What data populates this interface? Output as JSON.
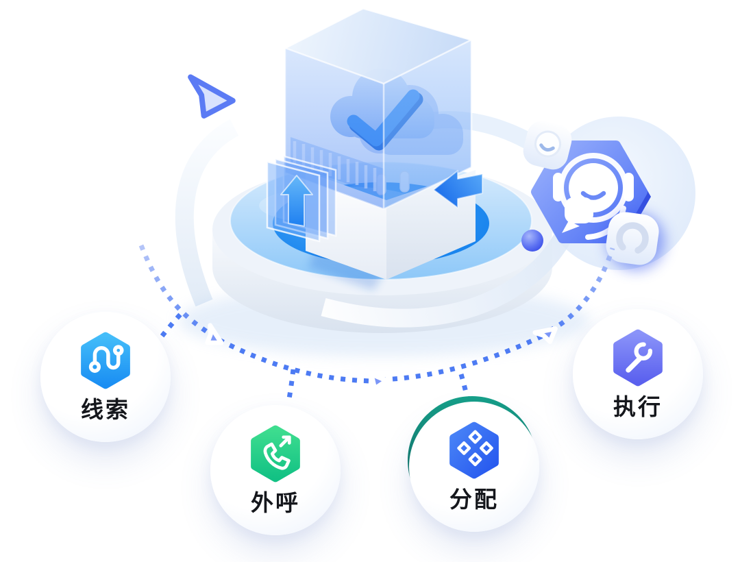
{
  "scene": {
    "background": "#ffffff",
    "center_illustration": {
      "name": "data-hub-platform",
      "parts": [
        "glass-cube",
        "cloud-check-icon",
        "storage-box",
        "document-stack",
        "up-arrow-icon",
        "left-arrow-icon",
        "fin-stack",
        "platform-disc",
        "orbit-ring"
      ],
      "platform_blue": "#1E8BF2",
      "glass_blue": "#86C4F8"
    },
    "support_badge": {
      "name": "customer-service-badge",
      "icon": "headset-agent-icon",
      "hex_gradient": [
        "#97AEFB",
        "#4465F2"
      ],
      "hex_depth_color": "#2B46DD",
      "sub_badges": [
        "smile-badge",
        "ring-badge"
      ],
      "sphere_color": "#3347E6"
    },
    "pointer": {
      "icon": "cursor-arrow-icon",
      "fill": "#D9E2FD",
      "stroke": "#5B7BF4"
    }
  },
  "flow": {
    "dash_color": "#4D7BF3",
    "cursor_fill": "#7B96F7",
    "nodes": [
      {
        "id": "leads",
        "label": "线索",
        "icon": "route-icon",
        "gradient": [
          "#44BDF9",
          "#1A8EF3"
        ]
      },
      {
        "id": "outbound-call",
        "label": "外呼",
        "icon": "outbound-phone-icon",
        "gradient": [
          "#3EDD8F",
          "#12C184"
        ]
      },
      {
        "id": "assign",
        "label": "分配",
        "icon": "diamond-grid-icon",
        "gradient": [
          "#4A85F7",
          "#2556EE"
        ],
        "accent_ring": "#10897A"
      },
      {
        "id": "execute",
        "label": "执行",
        "icon": "wrench-icon",
        "gradient": [
          "#8A93F9",
          "#5A60EE"
        ]
      }
    ]
  }
}
